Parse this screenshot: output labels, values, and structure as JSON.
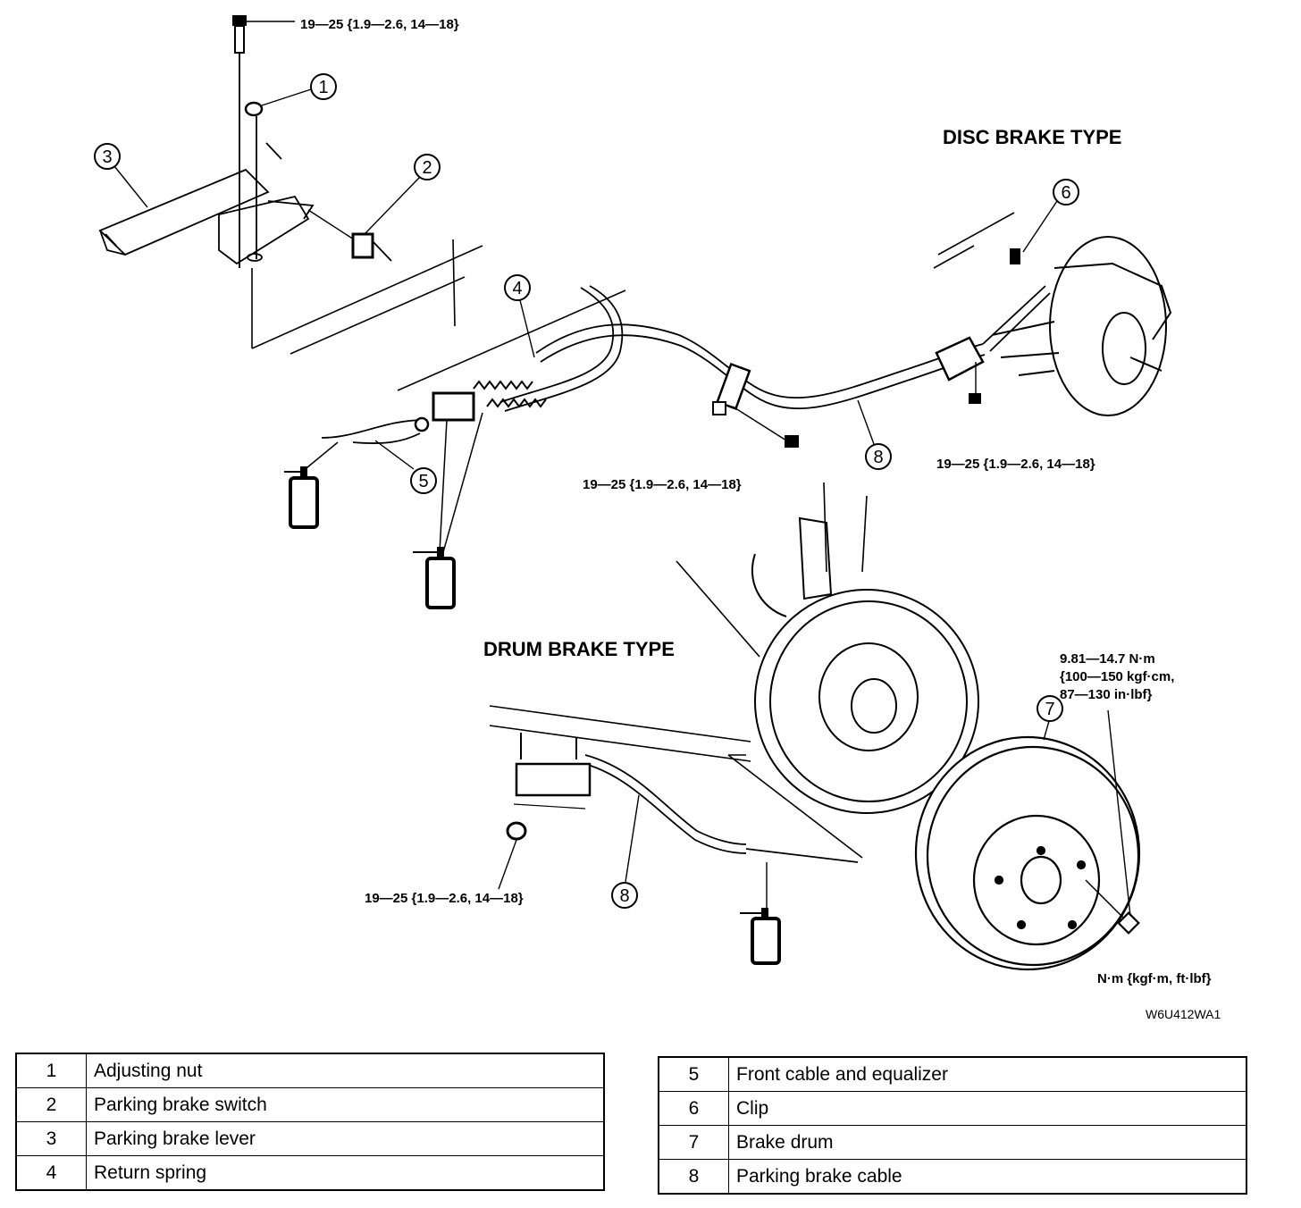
{
  "titles": {
    "disc": "DISC BRAKE TYPE",
    "drum": "DRUM BRAKE TYPE"
  },
  "torque_labels": {
    "lever_bolt": "19—25 {1.9—2.6, 14—18}",
    "cable_bracket": "19—25 {1.9—2.6, 14—18}",
    "disc_bracket": "19—25 {1.9—2.6, 14—18}",
    "drum_bracket": "19—25 {1.9—2.6, 14—18}",
    "drum_screw_line1": "9.81—14.7 N·m",
    "drum_screw_line2": "{100—150 kgf·cm,",
    "drum_screw_line3": "87—130 in·lbf}"
  },
  "units": "N·m {kgf·m, ft·lbf}",
  "figure_code": "W6U412WA1",
  "callouts": [
    "1",
    "2",
    "3",
    "4",
    "5",
    "6",
    "7",
    "8",
    "8"
  ],
  "legend_left": [
    {
      "num": "1",
      "name": "Adjusting nut"
    },
    {
      "num": "2",
      "name": "Parking brake switch"
    },
    {
      "num": "3",
      "name": "Parking brake lever"
    },
    {
      "num": "4",
      "name": "Return spring"
    }
  ],
  "legend_right": [
    {
      "num": "5",
      "name": "Front cable and equalizer"
    },
    {
      "num": "6",
      "name": "Clip"
    },
    {
      "num": "7",
      "name": "Brake drum"
    },
    {
      "num": "8",
      "name": "Parking brake cable"
    }
  ]
}
